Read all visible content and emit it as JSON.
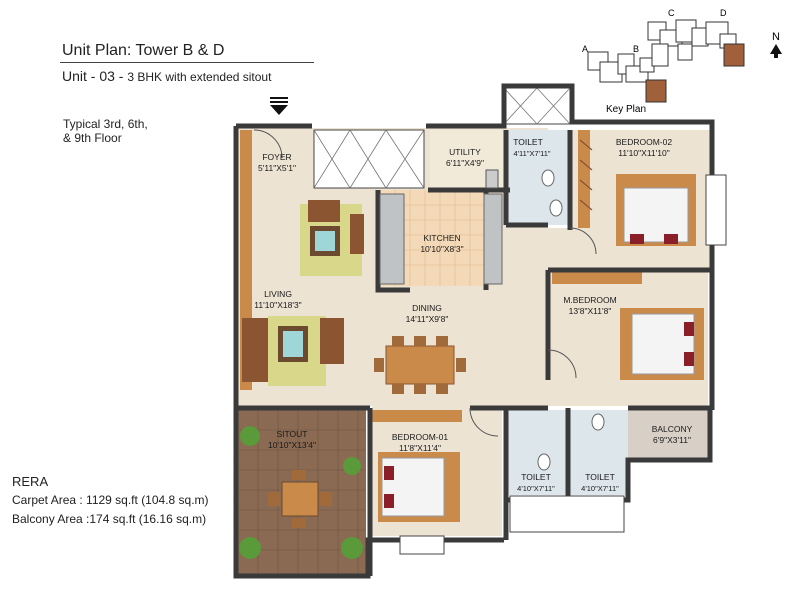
{
  "header": {
    "title": "Unit Plan:  Tower B & D",
    "unit_prefix": "Unit - 03 - ",
    "unit_desc": "3 BHK with extended sitout",
    "floors_line1": "Typical 3rd, 6th,",
    "floors_line2": "& 9th  Floor"
  },
  "key_plan": {
    "label": "Key Plan",
    "blocks": [
      "A",
      "B",
      "C",
      "D"
    ],
    "north_label": "N",
    "highlight_color": "#a0613a"
  },
  "rera": {
    "heading": "RERA",
    "carpet_area": "Carpet Area  : 1129 sq.ft (104.8 sq.m)",
    "balcony_area": "Balcony Area :174 sq.ft (16.16 sq.m)"
  },
  "rooms": [
    {
      "id": "foyer",
      "name": "FOYER",
      "size": "5'11\"X5'1\""
    },
    {
      "id": "utility",
      "name": "UTILITY",
      "size": "6'11\"X4'9\""
    },
    {
      "id": "toilet-top",
      "name": "TOILET",
      "size": "4'11\"X7'11\""
    },
    {
      "id": "bedroom-02",
      "name": "BEDROOM-02",
      "size": "11'10\"X11'10\""
    },
    {
      "id": "kitchen",
      "name": "KITCHEN",
      "size": "10'10\"X8'3\""
    },
    {
      "id": "living",
      "name": "LIVING",
      "size": "11'10\"X18'3\""
    },
    {
      "id": "dining",
      "name": "DINING",
      "size": "14'11\"X9'8\""
    },
    {
      "id": "m-bedroom",
      "name": "M.BEDROOM",
      "size": "13'8\"X11'8\""
    },
    {
      "id": "balcony",
      "name": "BALCONY",
      "size": "6'9\"X3'11\""
    },
    {
      "id": "sitout",
      "name": "SITOUT",
      "size": "10'10\"X13'4\""
    },
    {
      "id": "bedroom-01",
      "name": "BEDROOM-01",
      "size": "11'8\"X11'4\""
    },
    {
      "id": "toilet-left",
      "name": "TOILET",
      "size": "4'10\"X7'11\""
    },
    {
      "id": "toilet-right",
      "name": "TOILET",
      "size": "4'10\"X7'11\""
    }
  ],
  "colors": {
    "wall": "#3a3a3a",
    "floor_tile": "#ede3d2",
    "wood": "#c98a4a",
    "kitchen_tile": "#f4d9b8",
    "wet_area": "#dde6ea",
    "rug": "#d9d88a",
    "sofa": "#8a5530",
    "bed_accent": "#8a1f2a"
  }
}
